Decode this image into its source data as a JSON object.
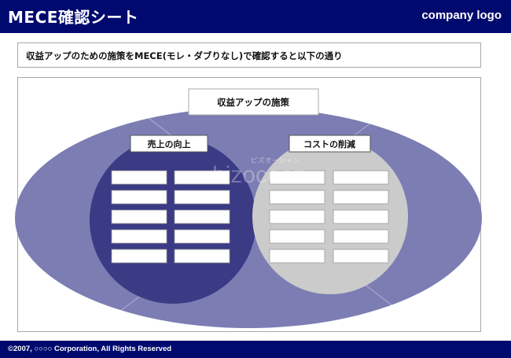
{
  "header": {
    "title": "MECE確認シート",
    "logo": "company logo"
  },
  "subtitle": "収益アップのための施策をMECE(モレ・ダブりなし)で確認すると以下の通り",
  "diagram": {
    "root_label": "収益アップの施策",
    "left_label": "売上の向上",
    "right_label": "コストの削減"
  },
  "watermark": {
    "text": "bizocean",
    "kana": "ビズオーシャン"
  },
  "footer": {
    "copyright": "©2007, ○○○○ Corporation, All Rights Reserved"
  },
  "colors": {
    "header_bg": "#000a6e",
    "ellipse_fill": "#7b7db3",
    "left_circle_fill": "#3b3a85",
    "right_circle_fill": "#cbcbcb"
  }
}
